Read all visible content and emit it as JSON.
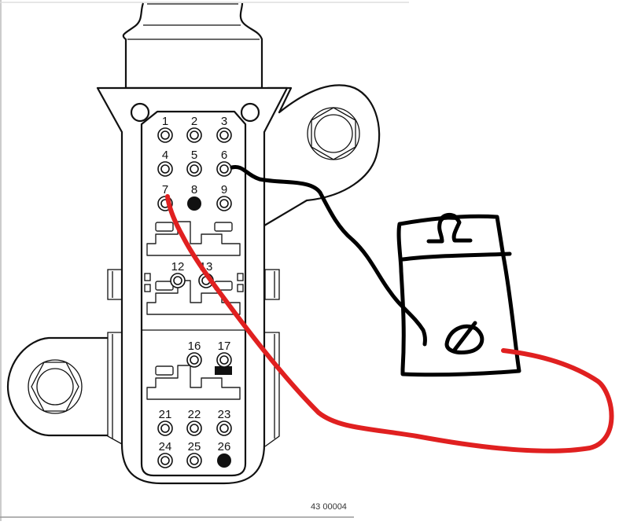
{
  "diagram": {
    "reference_code": "43 00004",
    "connector": {
      "pins": [
        {
          "label": "1",
          "type": "socket"
        },
        {
          "label": "2",
          "type": "socket"
        },
        {
          "label": "3",
          "type": "socket"
        },
        {
          "label": "4",
          "type": "socket"
        },
        {
          "label": "5",
          "type": "socket"
        },
        {
          "label": "6",
          "type": "socket"
        },
        {
          "label": "7",
          "type": "socket"
        },
        {
          "label": "8",
          "type": "filled"
        },
        {
          "label": "9",
          "type": "socket"
        },
        {
          "label": "12",
          "type": "socket"
        },
        {
          "label": "13",
          "type": "socket"
        },
        {
          "label": "16",
          "type": "socket"
        },
        {
          "label": "17",
          "type": "socket"
        },
        {
          "label": "21",
          "type": "socket"
        },
        {
          "label": "22",
          "type": "socket"
        },
        {
          "label": "23",
          "type": "socket"
        },
        {
          "label": "24",
          "type": "socket"
        },
        {
          "label": "25",
          "type": "socket"
        },
        {
          "label": "26",
          "type": "filled"
        }
      ]
    },
    "wires": [
      {
        "name": "black-wire",
        "color": "#000000",
        "from_pin": "6",
        "to": "sketched-component"
      },
      {
        "name": "red-wire",
        "color": "#e02020",
        "from_pin": "7",
        "to": "sketched-component"
      }
    ],
    "colors": {
      "line": "#111111",
      "black_wire": "#000000",
      "red_wire": "#e02020",
      "background": "#ffffff"
    }
  }
}
